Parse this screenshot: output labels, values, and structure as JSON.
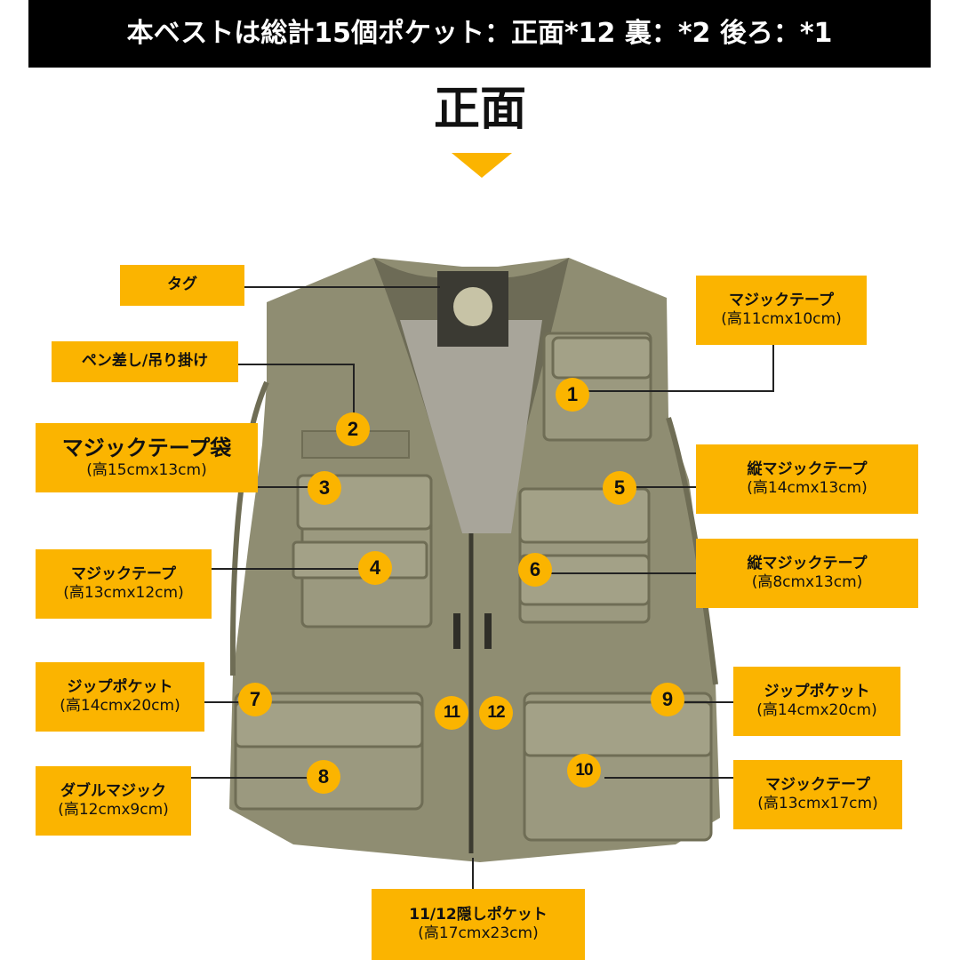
{
  "header": {
    "text": "本ベストは総計15個ポケット：正面*12 裏：*2 後ろ：*1"
  },
  "front_title": "正面",
  "colors": {
    "accent": "#fbb400",
    "header_bg": "#000000",
    "vest": "#8f8d72"
  },
  "labels": {
    "tag": {
      "title": "タグ"
    },
    "pen": {
      "title": "ペン差し/吊り掛け"
    },
    "velcro_bag": {
      "title": "マジックテープ袋",
      "size": "(高15cmx13cm)"
    },
    "left_velcro": {
      "title": "マジックテープ",
      "size": "(高13cmx12cm)"
    },
    "left_zip": {
      "title": "ジップポケット",
      "size": "(高14cmx20cm)"
    },
    "double_magic": {
      "title": "ダブルマジック",
      "size": "(高12cmx9cm)"
    },
    "right_velcro_top": {
      "title": "マジックテープ",
      "size": "(高11cmx10cm)"
    },
    "vertical_velcro_1": {
      "title": "縦マジックテープ",
      "size": "(高14cmx13cm)"
    },
    "vertical_velcro_2": {
      "title": "縦マジックテープ",
      "size": "(高8cmx13cm)"
    },
    "right_zip": {
      "title": "ジップポケット",
      "size": "(高14cmx20cm)"
    },
    "right_velcro_bottom": {
      "title": "マジックテープ",
      "size": "(高13cmx17cm)"
    },
    "hidden": {
      "title": "11/12隠しポケット",
      "size": "(高17cmx23cm)"
    }
  },
  "pockets": [
    "1",
    "2",
    "3",
    "4",
    "5",
    "6",
    "7",
    "8",
    "9",
    "10",
    "11",
    "12"
  ]
}
